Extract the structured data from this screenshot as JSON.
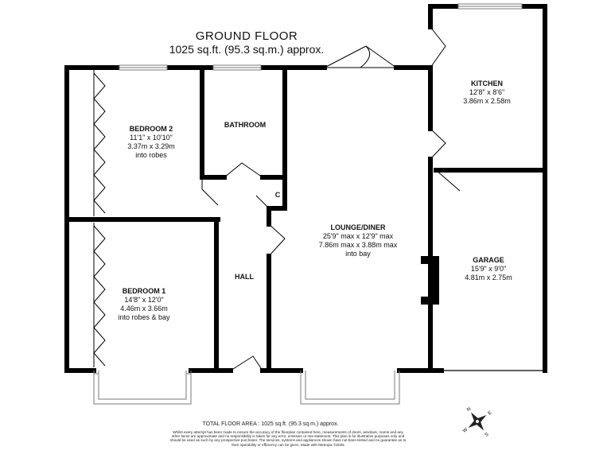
{
  "header": {
    "title": "GROUND FLOOR",
    "subtitle": "1025 sq.ft. (95.3 sq.m.) approx."
  },
  "rooms": {
    "bedroom2": {
      "name": "BEDROOM 2",
      "imperial": "11'1\" x 10'10\"",
      "metric": "3.37m x 3.29m",
      "note": "into robes"
    },
    "bathroom": {
      "name": "BATHROOM"
    },
    "kitchen": {
      "name": "KITCHEN",
      "imperial": "12'8\" x 8'6\"",
      "metric": "3.86m x 2.58m"
    },
    "cupboard": {
      "name": "C"
    },
    "lounge": {
      "name": "LOUNGE/DINER",
      "imperial": "25'9\" max x 12'9\" max",
      "metric": "7.86m max x 3.88m max",
      "note": "into bay"
    },
    "garage": {
      "name": "GARAGE",
      "imperial": "15'9\" x 9'0\"",
      "metric": "4.81m x 2.75m"
    },
    "hall": {
      "name": "HALL"
    },
    "bedroom1": {
      "name": "BEDROOM 1",
      "imperial": "14'8\" x 12'0\"",
      "metric": "4.46m x 3.66m",
      "note": "into robes & bay"
    }
  },
  "footer": {
    "total": "TOTAL FLOOR AREA : 1025 sq.ft. (95.3 sq.m.) approx.",
    "disclaimer": "Whilst every attempt has been made to ensure the accuracy of the floorplan contained here, measurements of doors, windows, rooms and any other items are approximate and no responsibility is taken for any error, omission or mis-statement. This plan is for illustrative purposes only and should be used as such by any prospective purchaser. The services, systems and appliances shown have not been tested and no guarantee as to their operability or efficiency can be given. Made with Metropix ©2025"
  },
  "compass": {
    "icon": "compass-rose-icon"
  },
  "colors": {
    "wall": "#000000",
    "window": "#7a7a7a",
    "background": "#ffffff"
  }
}
